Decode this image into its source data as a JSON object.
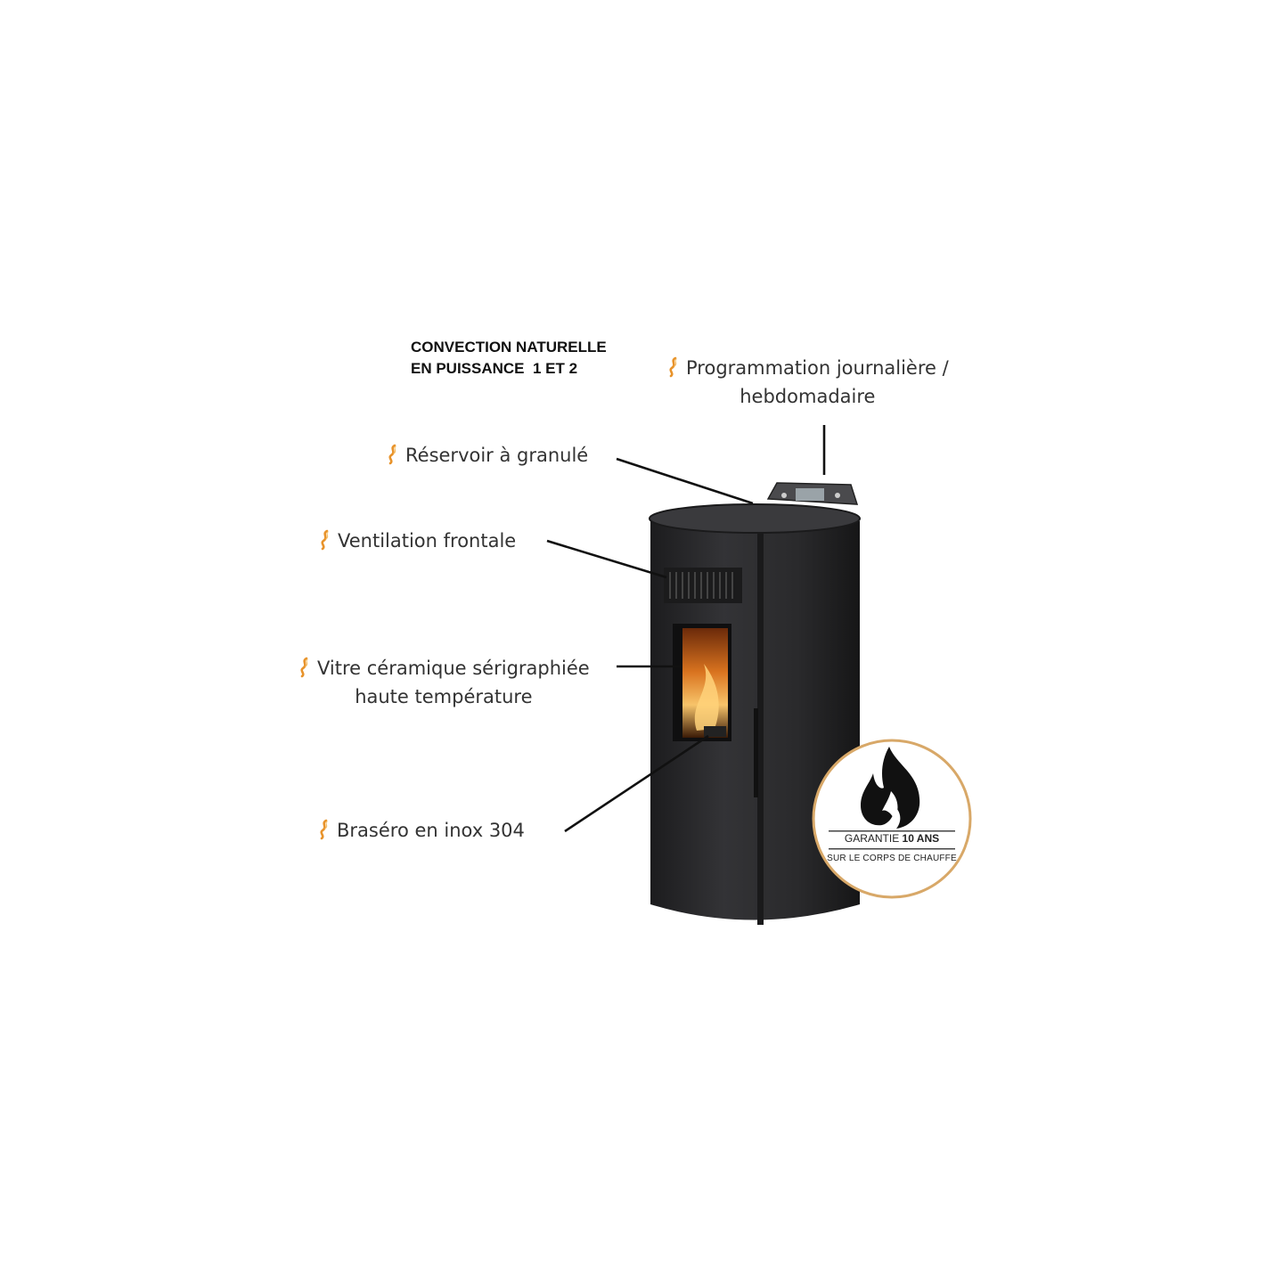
{
  "headline": {
    "line1": "CONVECTION NATURELLE",
    "line2": "EN PUISSANCE  1 ET 2"
  },
  "callouts": {
    "programmation": {
      "line1": "Programmation journalière /",
      "line2": "hebdomadaire"
    },
    "reservoir": {
      "line1": "Réservoir à granulé"
    },
    "ventilation": {
      "line1": "Ventilation frontale"
    },
    "vitre": {
      "line1": "Vitre céramique sérigraphiée",
      "line2": "haute température"
    },
    "brasero": {
      "line1": "Braséro en inox 304"
    }
  },
  "badge": {
    "prefix": "GARANTIE",
    "duration": "10 ANS",
    "subtitle": "SUR LE CORPS DE CHAUFFE"
  },
  "colors": {
    "stove_body": "#2a2a2c",
    "badge_ring": "#d8a868",
    "bullet_flame": "#e8932b",
    "flame_glow": "#f2a03a"
  },
  "icons": {
    "bullet": "flame-swirl-icon",
    "badge": "flame-icon"
  }
}
